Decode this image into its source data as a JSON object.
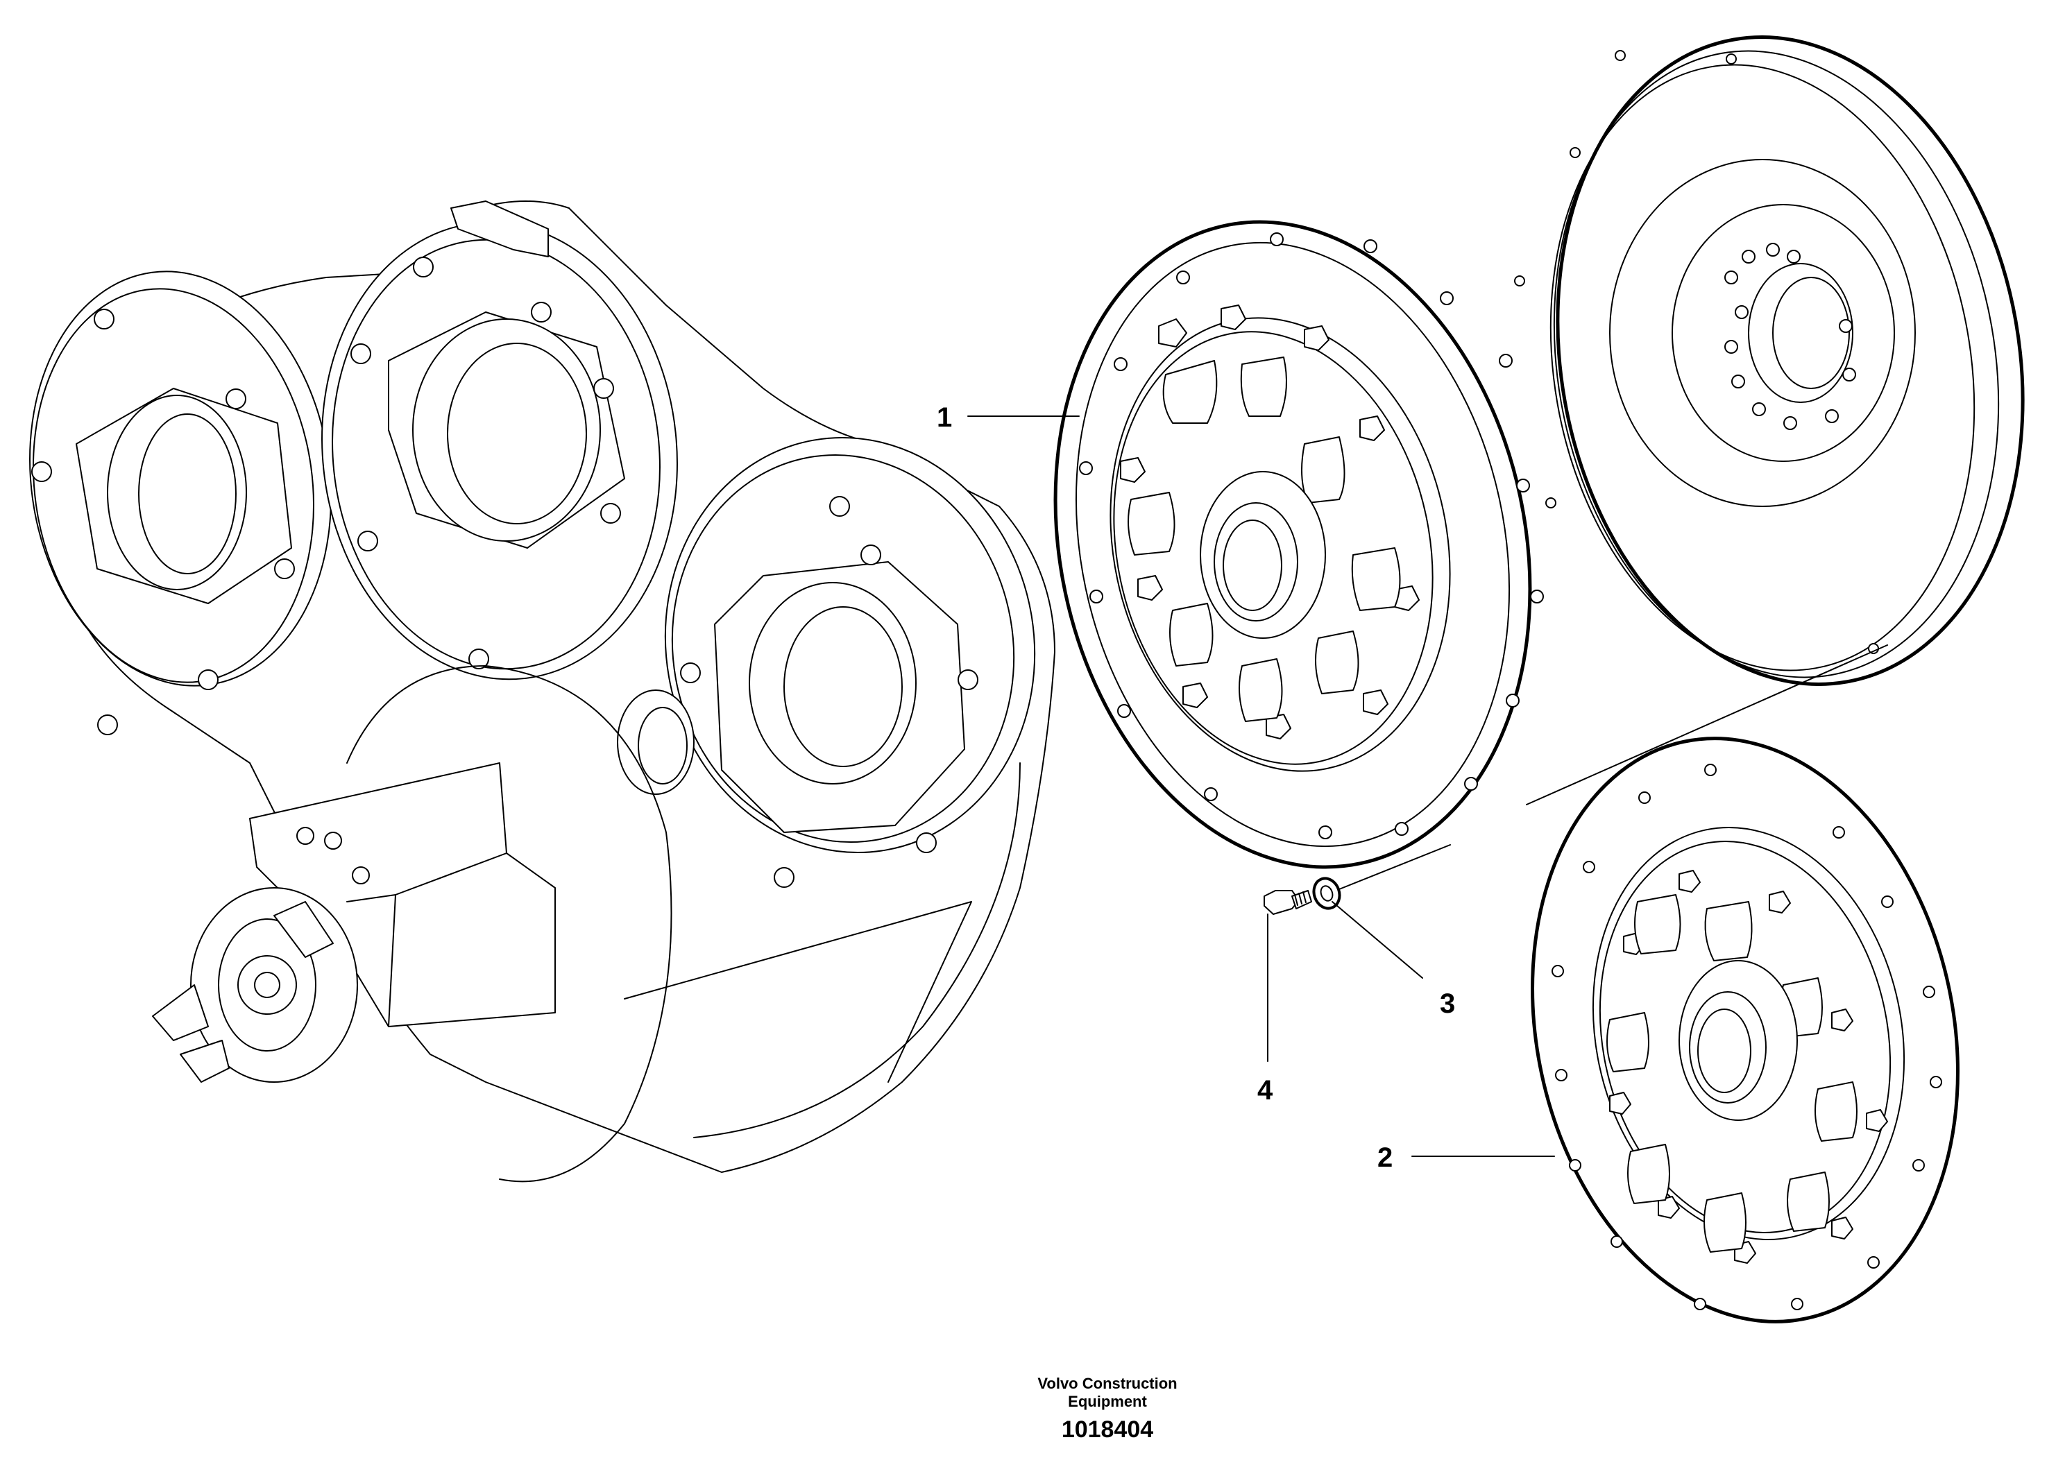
{
  "diagram": {
    "callouts": [
      {
        "id": "1",
        "text": "1"
      },
      {
        "id": "2",
        "text": "2"
      },
      {
        "id": "3",
        "text": "3"
      },
      {
        "id": "4",
        "text": "4"
      }
    ],
    "footer": {
      "company_line1": "Volvo Construction",
      "company_line2": "Equipment",
      "drawing_number": "1018404"
    }
  }
}
